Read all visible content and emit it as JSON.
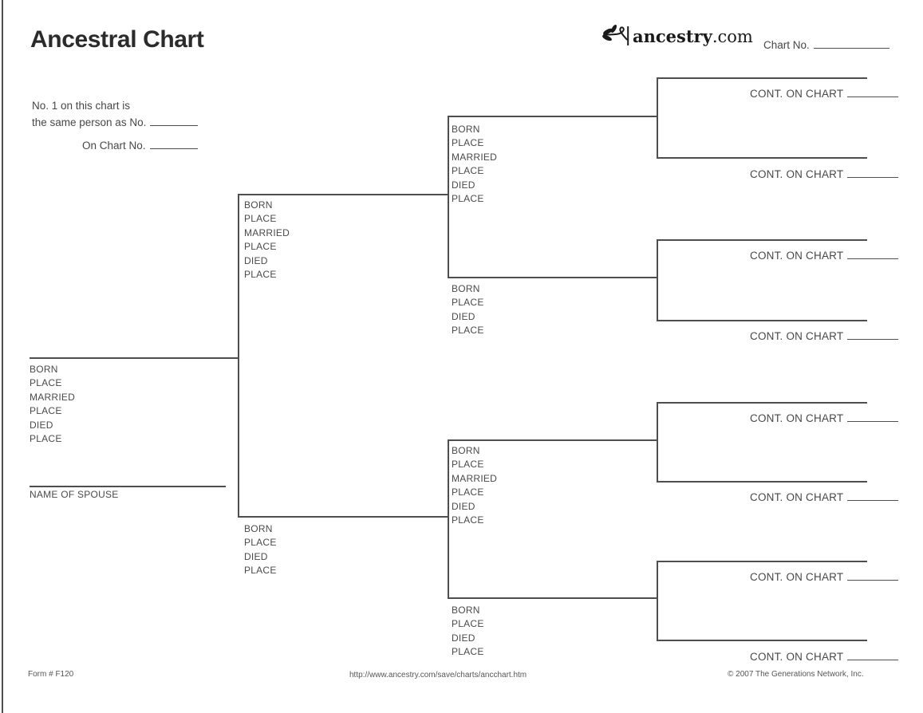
{
  "page": {
    "title": "Ancestral Chart",
    "chart_no_label": "Chart No.",
    "note": {
      "line1": "No. 1 on this chart is",
      "line2": "the same person as No.",
      "line3": "On Chart No."
    }
  },
  "brand": {
    "name": "ancestry",
    "tld": ".com",
    "icon": "leaf-sprig-icon"
  },
  "field_sets": {
    "full": [
      "BORN",
      "PLACE",
      "MARRIED",
      "PLACE",
      "DIED",
      "PLACE"
    ],
    "short": [
      "BORN",
      "PLACE",
      "DIED",
      "PLACE"
    ]
  },
  "labels": {
    "name_of_spouse": "NAME OF SPOUSE",
    "cont_on_chart": "CONT. ON CHART"
  },
  "footer": {
    "form_number": "Form # F120",
    "url": "http://www.ancestry.com/save/charts/ancchart.htm",
    "copyright": "© 2007 The Generations Network, Inc."
  },
  "colors": {
    "line": "#4e4e4e",
    "text": "#4a4a4a",
    "title": "#2b2b2b",
    "logo": "#1a1a1a"
  }
}
